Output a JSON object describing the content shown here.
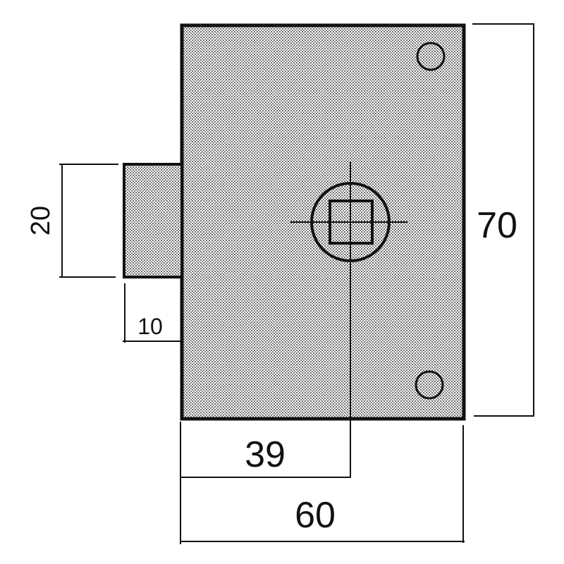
{
  "diagram": {
    "subject": "rim lock dimension drawing",
    "colors": {
      "line": "#111111",
      "fill_screen": "#bdbdbd",
      "background": "#ffffff"
    },
    "dimensions": {
      "bolt_height": "20",
      "bolt_projection": "10",
      "body_height": "70",
      "keyhole_offset": "39",
      "body_width": "60"
    }
  }
}
